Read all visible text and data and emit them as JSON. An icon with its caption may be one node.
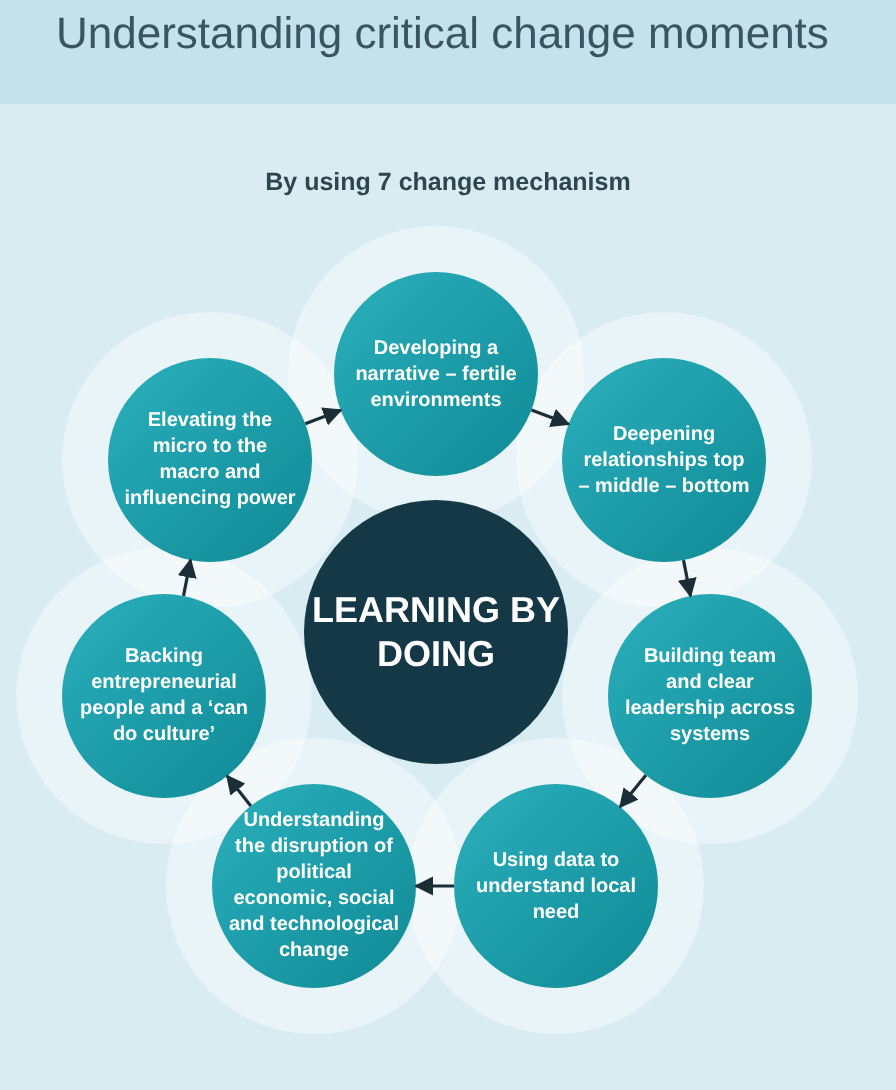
{
  "diagram": {
    "title": "Understanding critical change moments",
    "nodes": [
      {
        "text": [
          "LEARNING BY DOING"
        ]
      },
      {
        "text": [
          "Developing a narrative – fertile environments"
        ]
      },
      {
        "text": [
          "Deepening relationships top – middle – bottom"
        ]
      },
      {
        "text": [
          "Building team and clear leadership across systems"
        ]
      },
      {
        "text": [
          "Using data to understand local need"
        ]
      },
      {
        "text": [
          "Understanding the disruption of political economic, social and technological change"
        ]
      },
      {
        "text": [
          "Backing entrepreneurial people and a ‘can do culture’"
        ]
      },
      {
        "text": [
          "Elevating the micro to the macro and influencing power"
        ]
      }
    ],
    "edges": [
      {
        "from": 1,
        "to": 2,
        "arrow": "to"
      },
      {
        "from": 2,
        "to": 3,
        "arrow": "to"
      },
      {
        "from": 3,
        "to": 4,
        "arrow": "to"
      },
      {
        "from": 4,
        "to": 5,
        "arrow": "to"
      },
      {
        "from": 5,
        "to": 6,
        "arrow": "to"
      },
      {
        "from": 6,
        "to": 7,
        "arrow": "to"
      },
      {
        "from": 7,
        "to": 1,
        "arrow": "to"
      }
    ],
    "labels": [
      "By using 7 change mechanism"
    ]
  }
}
